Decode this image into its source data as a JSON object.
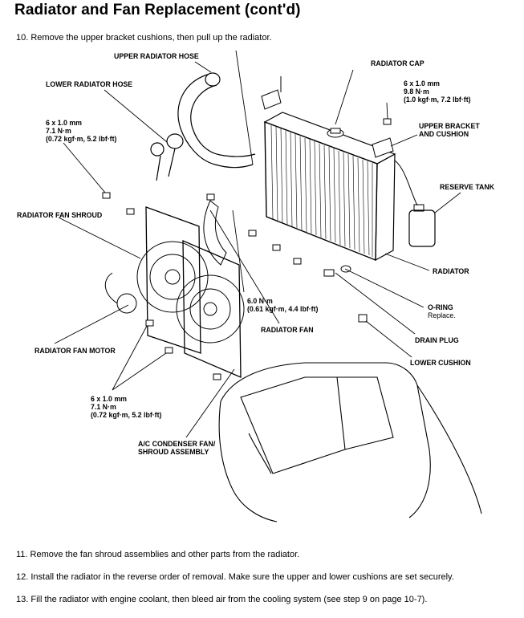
{
  "title": "Radiator and Fan Replacement (cont'd)",
  "steps": {
    "s10": "10.  Remove the upper bracket cushions, then pull up the radiator.",
    "s11": "11.  Remove the fan shroud assemblies and other parts from the radiator.",
    "s12": "12.  Install the radiator in the reverse order of removal. Make sure the upper and lower cushions are set securely.",
    "s13": "13.  Fill the radiator with engine coolant, then bleed air from the cooling system (see step 9 on page 10-7)."
  },
  "labels": {
    "upper_hose": "UPPER RADIATOR HOSE",
    "lower_hose": "LOWER RADIATOR HOSE",
    "radiator_cap": "RADIATOR CAP",
    "torque_a": [
      "6 x 1.0 mm",
      "9.8 N·m",
      "(1.0 kgf·m, 7.2 lbf·ft)"
    ],
    "upper_bracket": [
      "UPPER BRACKET",
      "AND CUSHION"
    ],
    "torque_b": [
      "6 x 1.0 mm",
      "7.1 N·m",
      "(0.72 kgf·m, 5.2 lbf·ft)"
    ],
    "reserve_tank": "RESERVE TANK",
    "fan_shroud": "RADIATOR FAN SHROUD",
    "radiator": "RADIATOR",
    "torque_c": [
      "6.0 N·m",
      "(0.61 kgf·m, 4.4 lbf·ft)"
    ],
    "o_ring": "O-RING",
    "o_ring_note": "Replace.",
    "fan_motor": "RADIATOR FAN MOTOR",
    "radiator_fan": "RADIATOR FAN",
    "drain_plug": "DRAIN PLUG",
    "lower_cushion": "LOWER CUSHION",
    "torque_d": [
      "6 x 1.0 mm",
      "7.1 N·m",
      "(0.72 kgf·m, 5.2 lbf·ft)"
    ],
    "ac_condenser": [
      "A/C CONDENSER FAN/",
      "SHROUD ASSEMBLY"
    ]
  }
}
